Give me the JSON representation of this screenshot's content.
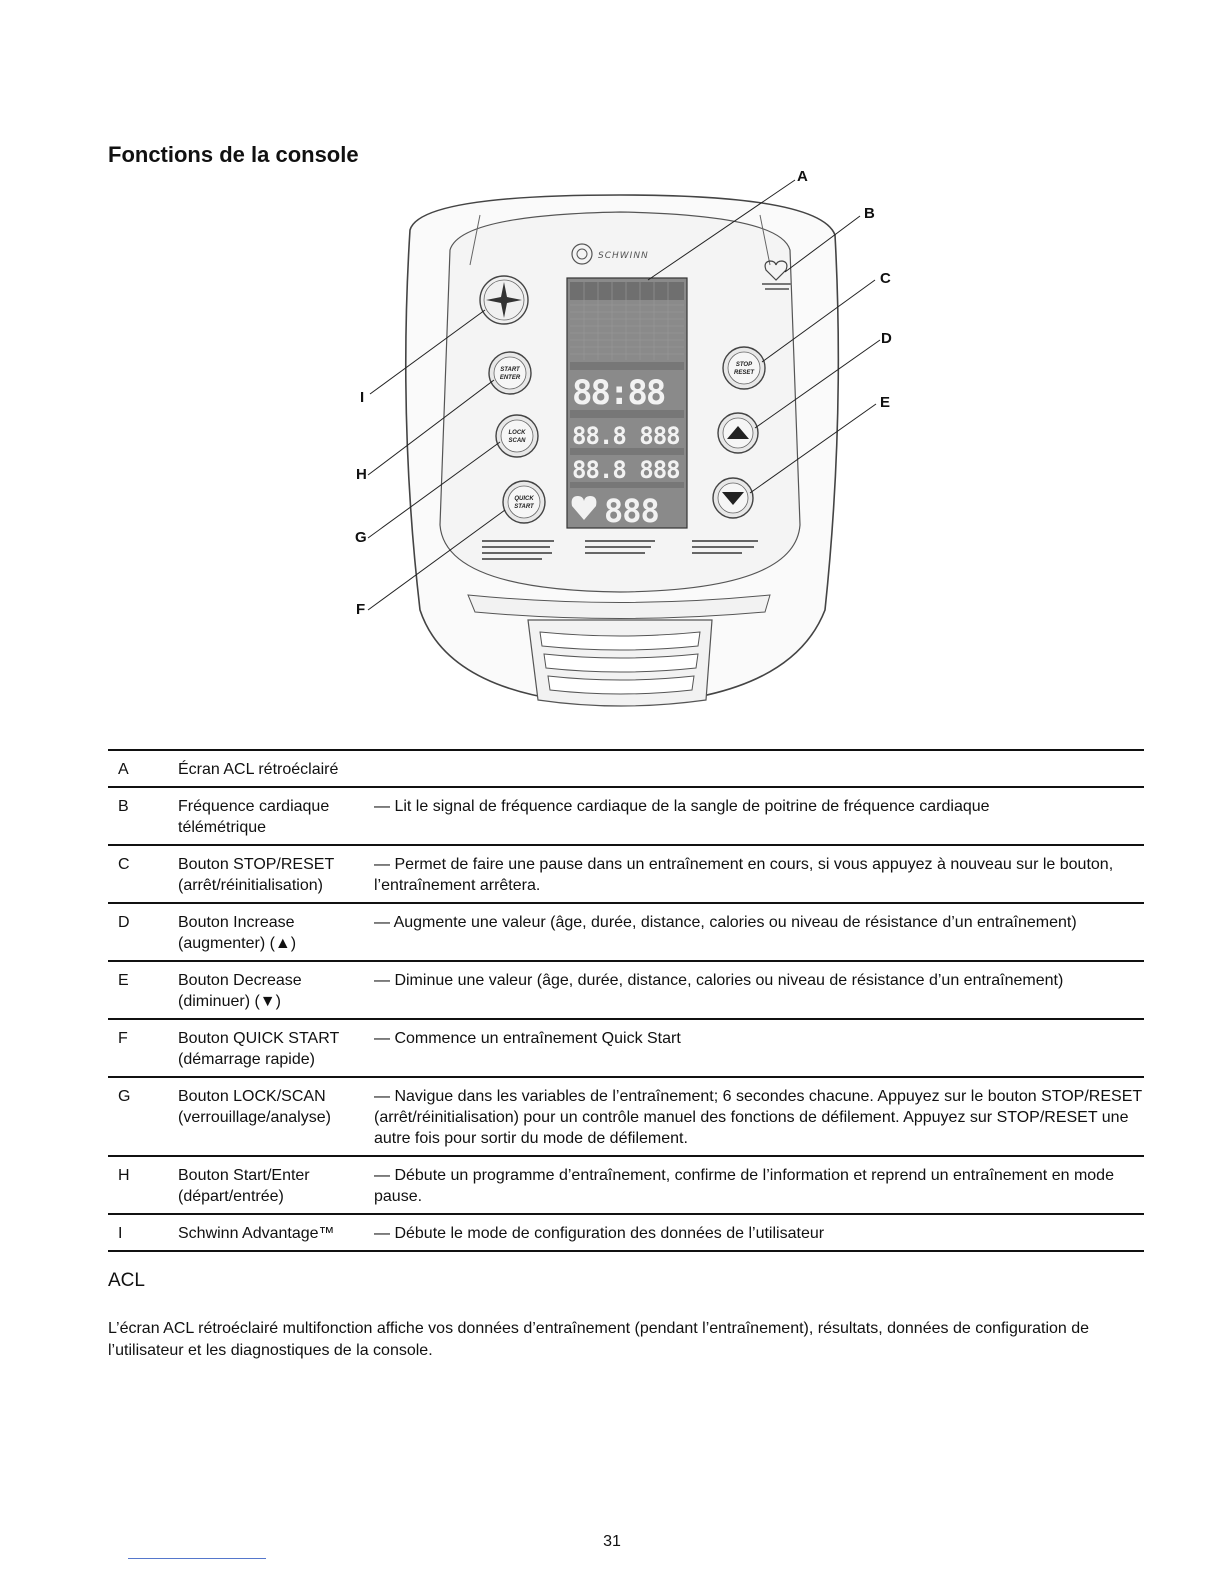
{
  "title": "Fonctions de la console",
  "figure": {
    "callouts": [
      "A",
      "B",
      "C",
      "D",
      "E",
      "F",
      "G",
      "H",
      "I"
    ],
    "brand": "SCHWINN",
    "buttons": {
      "start_enter": [
        "START",
        "ENTER"
      ],
      "lock_scan": [
        "LOCK",
        "SCAN"
      ],
      "quick_start": [
        "QUICK",
        "START"
      ],
      "stop_reset": [
        "STOP",
        "RESET"
      ]
    },
    "icons": [
      "schwinn-advantage-compass-icon",
      "heart-rate-icon",
      "up-arrow-icon",
      "down-arrow-icon"
    ]
  },
  "parts": [
    {
      "letter": "A",
      "name": [
        "Écran ACL rétroéclairé"
      ],
      "desc": ""
    },
    {
      "letter": "B",
      "name": [
        "Fréquence cardiaque",
        "télémétrique"
      ],
      "desc": "— Lit le signal de fréquence cardiaque de la sangle de poitrine de fréquence cardiaque"
    },
    {
      "letter": "C",
      "name": [
        "Bouton STOP/RESET",
        "(arrêt/réinitialisation)"
      ],
      "desc": "— Permet de faire une pause dans un entraînement en cours, si vous appuyez à nouveau sur le bouton, l’entraînement arrêtera."
    },
    {
      "letter": "D",
      "name": [
        "Bouton Increase",
        "(augmenter) (▲)"
      ],
      "desc": "— Augmente une valeur (âge, durée, distance, calories ou niveau de résistance d’un entraînement)"
    },
    {
      "letter": "E",
      "name": [
        "Bouton Decrease",
        "(diminuer) (▼)"
      ],
      "desc": "— Diminue une valeur (âge, durée, distance, calories ou niveau de résistance d’un entraînement)"
    },
    {
      "letter": "F",
      "name": [
        "Bouton QUICK START",
        "(démarrage rapide)"
      ],
      "desc": "— Commence un entraînement Quick Start"
    },
    {
      "letter": "G",
      "name": [
        "Bouton LOCK/SCAN",
        "(verrouillage/analyse)"
      ],
      "desc": "— Navigue dans les variables de l’entraînement; 6 secondes chacune. Appuyez sur le bouton STOP/RESET (arrêt/réinitialisation) pour un contrôle manuel des fonctions de défilement. Appuyez sur STOP/RESET une autre fois pour sortir du mode de défilement."
    },
    {
      "letter": "H",
      "name": [
        "Bouton Start/Enter",
        "(départ/entrée)"
      ],
      "desc": "— Débute un programme d’entraînement, confirme de l’information et reprend un entraînement en mode pause."
    },
    {
      "letter": "I",
      "name": [
        "Schwinn Advantage™"
      ],
      "desc": "— Débute le mode de configuration des données de l’utilisateur"
    }
  ],
  "acl": {
    "heading": "ACL",
    "text": "L’écran ACL rétroéclairé multifonction affiche vos données d’entraînement (pendant l’entraînement), résultats, données de configuration de l’utilisateur et les diagnostiques de la console."
  },
  "page_number": "31"
}
